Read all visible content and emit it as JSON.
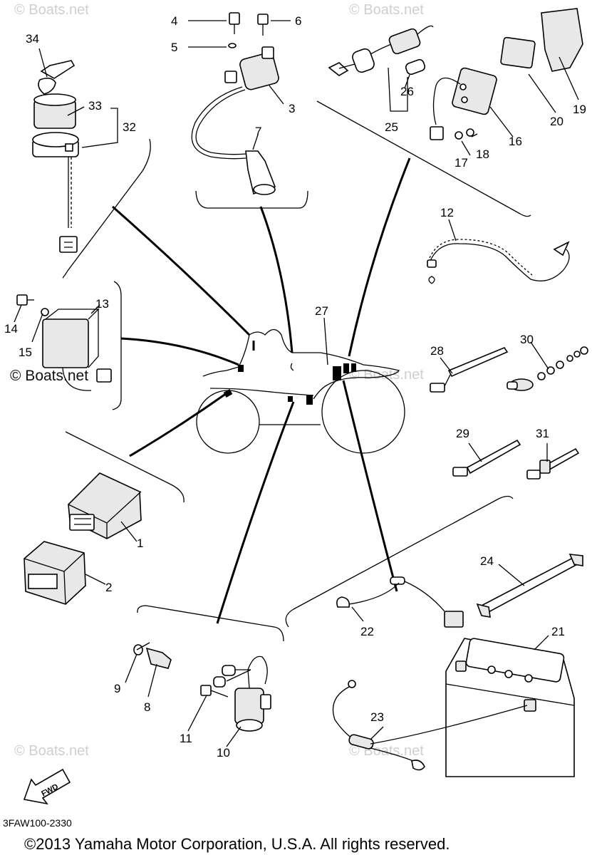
{
  "watermark": "© Boats.net",
  "watermark_overlay": "© Boats.net",
  "diagram_code": "3FAW100-2330",
  "copyright": "©2013 Yamaha Motor Corporation, U.S.A. All rights reserved.",
  "fwd_label": "FWD",
  "callouts": [
    "1",
    "2",
    "3",
    "4",
    "5",
    "6",
    "7",
    "8",
    "9",
    "10",
    "11",
    "12",
    "13",
    "14",
    "15",
    "16",
    "17",
    "18",
    "19",
    "20",
    "21",
    "22",
    "23",
    "24",
    "25",
    "26",
    "27",
    "28",
    "29",
    "30",
    "31",
    "32",
    "33",
    "34"
  ]
}
